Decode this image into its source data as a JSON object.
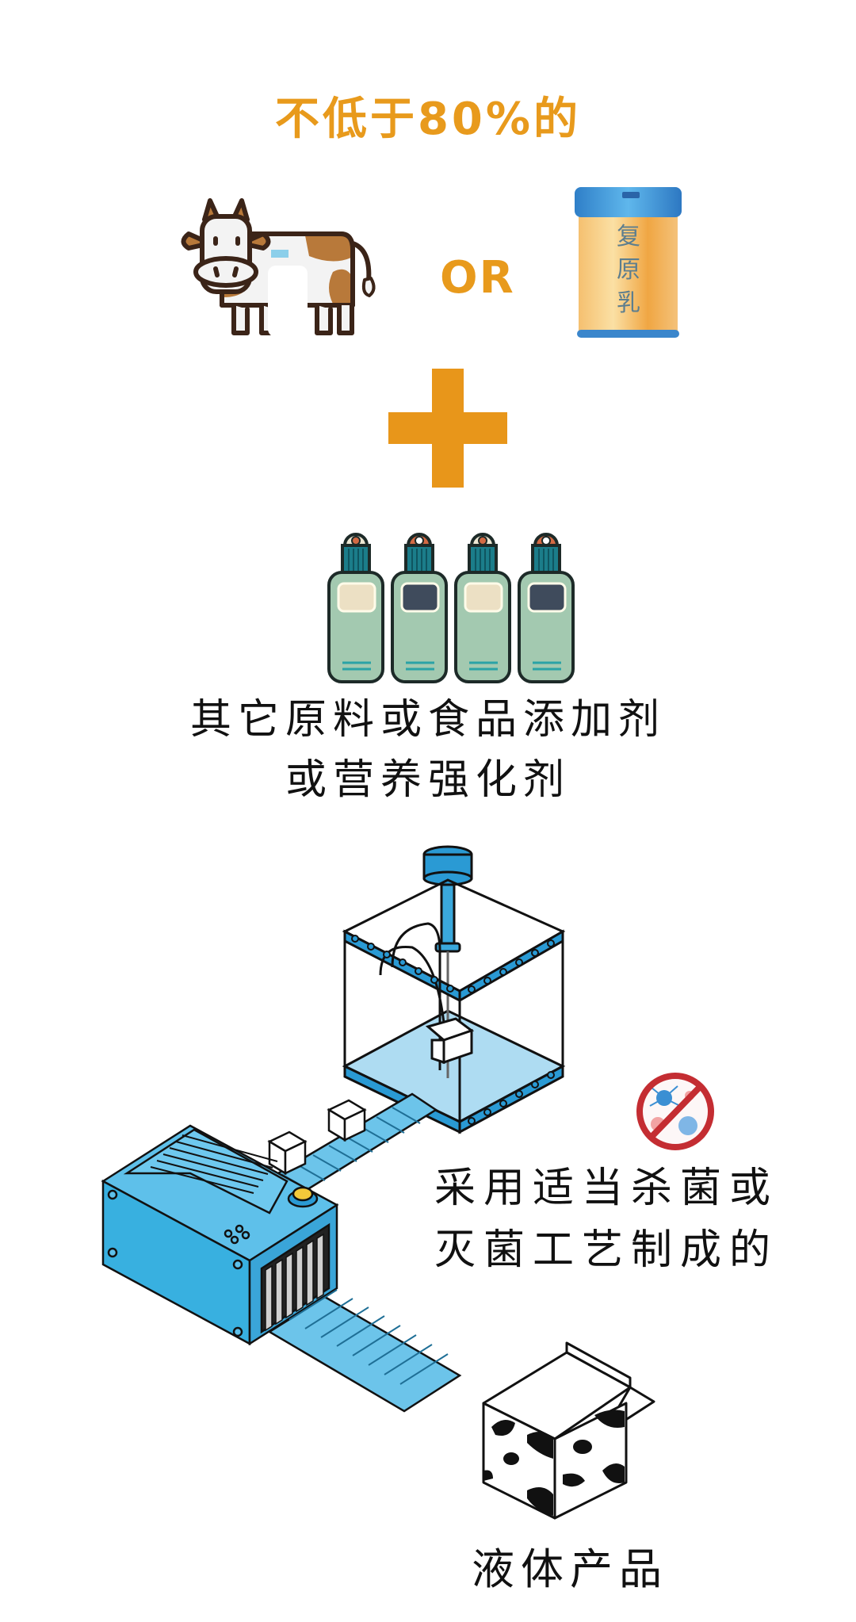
{
  "header": {
    "title": "不低于80%的"
  },
  "ingredients": {
    "option_a": "cow-raw-milk",
    "or_label": "OR",
    "option_b": {
      "label_line1": "复",
      "label_line2": "原",
      "label_line3": "乳"
    },
    "plus_symbol": "+"
  },
  "additives": {
    "bottle_count": 4,
    "label_colors": [
      "#ece0c4",
      "#3f4b5c",
      "#ece0c4",
      "#3f4b5c"
    ],
    "caption_line1": "其它原料或食品添加剂",
    "caption_line2": "或营养强化剂"
  },
  "process": {
    "no_bacteria_icon": "no-bacteria",
    "caption_line1": "采用适当杀菌或",
    "caption_line2": "灭菌工艺制成的"
  },
  "result": {
    "caption": "液体产品"
  },
  "colors": {
    "accent_orange": "#e89a1c",
    "machine_blue": "#38b0e0",
    "bottle_green": "#a3c9b0",
    "cow_brown": "#b8793a"
  }
}
